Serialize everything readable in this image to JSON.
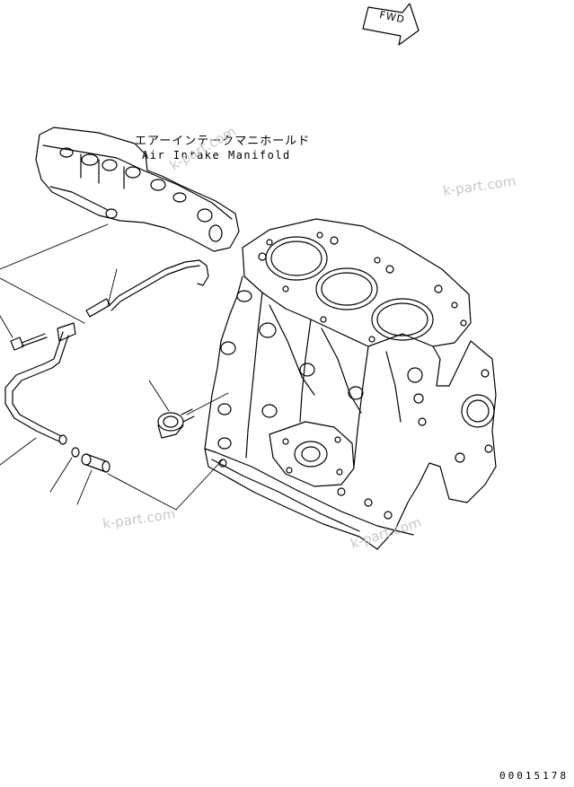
{
  "callout": {
    "japanese": "エアーインテークマニホールド",
    "english": "Air Intake Manifold"
  },
  "direction_marker": {
    "label": "FWD"
  },
  "watermarks": [
    "k-part.com",
    "k-part.com",
    "k-part.com",
    "k-part.com"
  ],
  "drawing_number": "00015178",
  "icons": {
    "fwd_arrow": "fwd-arrow-icon",
    "manifold": "air-intake-manifold-icon",
    "engine_block": "cylinder-block-icon",
    "oil_pipe": "oil-pipe-icon",
    "bolt": "bolt-icon",
    "sensor": "oil-pressure-switch-icon"
  }
}
